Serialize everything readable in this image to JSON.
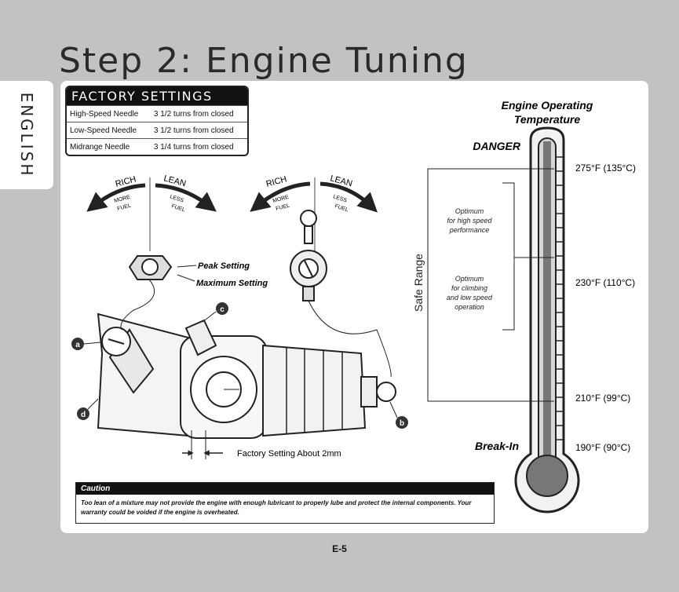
{
  "title": "Step 2: Engine Tuning",
  "language_tab": "ENGLISH",
  "factory_settings": {
    "heading": "FACTORY SETTINGS",
    "rows": [
      {
        "name": "High-Speed Needle",
        "value": "3 1/2 turns from closed"
      },
      {
        "name": "Low-Speed Needle",
        "value": "3 1/2 turns from closed"
      },
      {
        "name": "Midrange Needle",
        "value": "3 1/4 turns from closed"
      }
    ]
  },
  "diagram": {
    "rich": "RICH",
    "lean": "LEAN",
    "more_fuel_1": "MORE",
    "more_fuel_2": "FUEL",
    "less_fuel_1": "LESS",
    "less_fuel_2": "FUEL",
    "peak_setting": "Peak Setting",
    "maximum_setting": "Maximum Setting",
    "factory_gap": "Factory Setting About 2mm",
    "callouts": [
      "a",
      "b",
      "c",
      "d"
    ]
  },
  "thermometer": {
    "heading_1": "Engine Operating",
    "heading_2": "Temperature",
    "danger": "DANGER",
    "break_in": "Break-In",
    "safe_range": "Safe Range",
    "temps": [
      "275°F (135°C)",
      "230°F (110°C)",
      "210°F (99°C)",
      "190°F (90°C)"
    ],
    "optimum_high": [
      "Optimum",
      "for high speed",
      "performance"
    ],
    "optimum_low": [
      "Optimum",
      "for climbing",
      "and low speed",
      "operation"
    ]
  },
  "caution": {
    "heading": "Caution",
    "text": "Too lean of a mixture may not provide the engine with enough lubricant to properly lube and protect the internal components.  Your warranty could be voided if the engine is overheated."
  },
  "page_number": "E-5"
}
